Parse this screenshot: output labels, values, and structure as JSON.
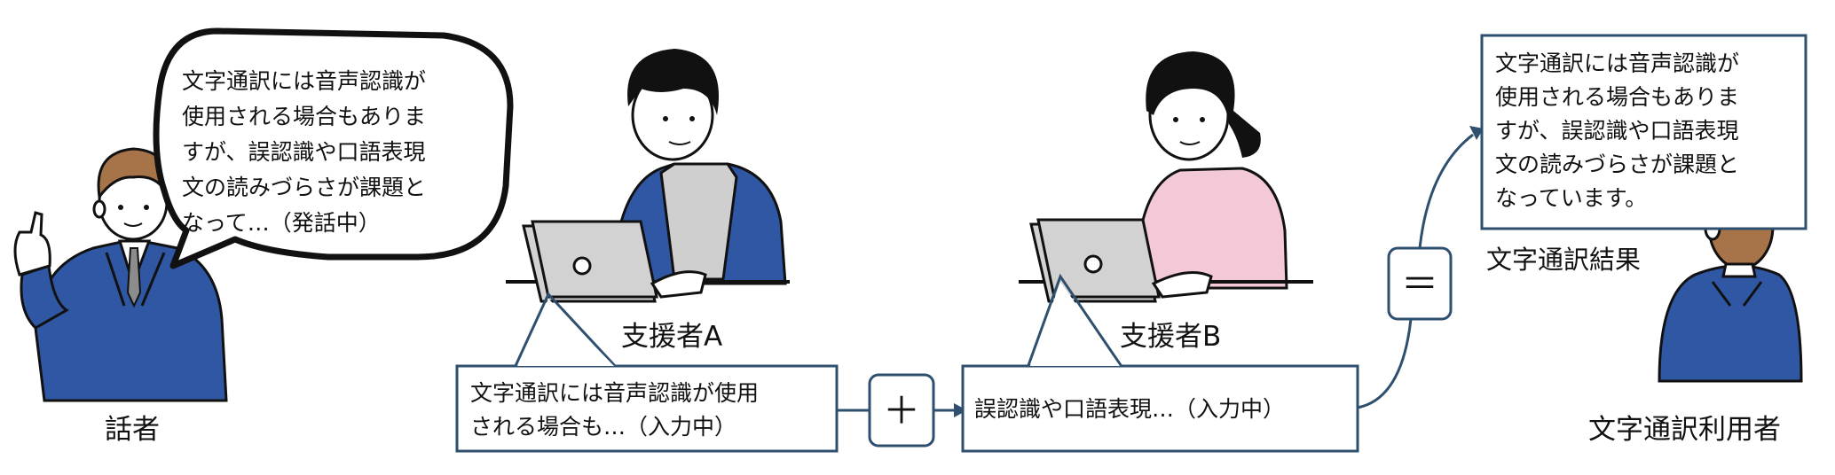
{
  "speaker": {
    "label": "話者",
    "bubble_lines": [
      "文字通訳には音声認識が",
      "使用される場合もありま",
      "すが、誤認識や口語表現",
      "文の読みづらさが課題と",
      "なって…（発話中）"
    ]
  },
  "supporter_a": {
    "label": "支援者A",
    "input_lines": [
      "文字通訳には音声認識が使用",
      "される場合も…（入力中）"
    ]
  },
  "supporter_b": {
    "label": "支援者B",
    "input_lines": [
      "誤認識や口語表現…（入力中）"
    ]
  },
  "operators": {
    "plus": "＋",
    "equals": "＝"
  },
  "result": {
    "label": "文字通訳結果",
    "lines": [
      "文字通訳には音声認識が",
      "使用される場合もありま",
      "すが、誤認識や口語表現",
      "文の読みづらさが課題と",
      "なっています。"
    ]
  },
  "user": {
    "label": "文字通訳利用者"
  },
  "colors": {
    "box_border": "#2f4f6f",
    "suit": "#2f57a4",
    "shirt_pink": "#f3c9d8",
    "laptop": "#d2d2d2"
  }
}
